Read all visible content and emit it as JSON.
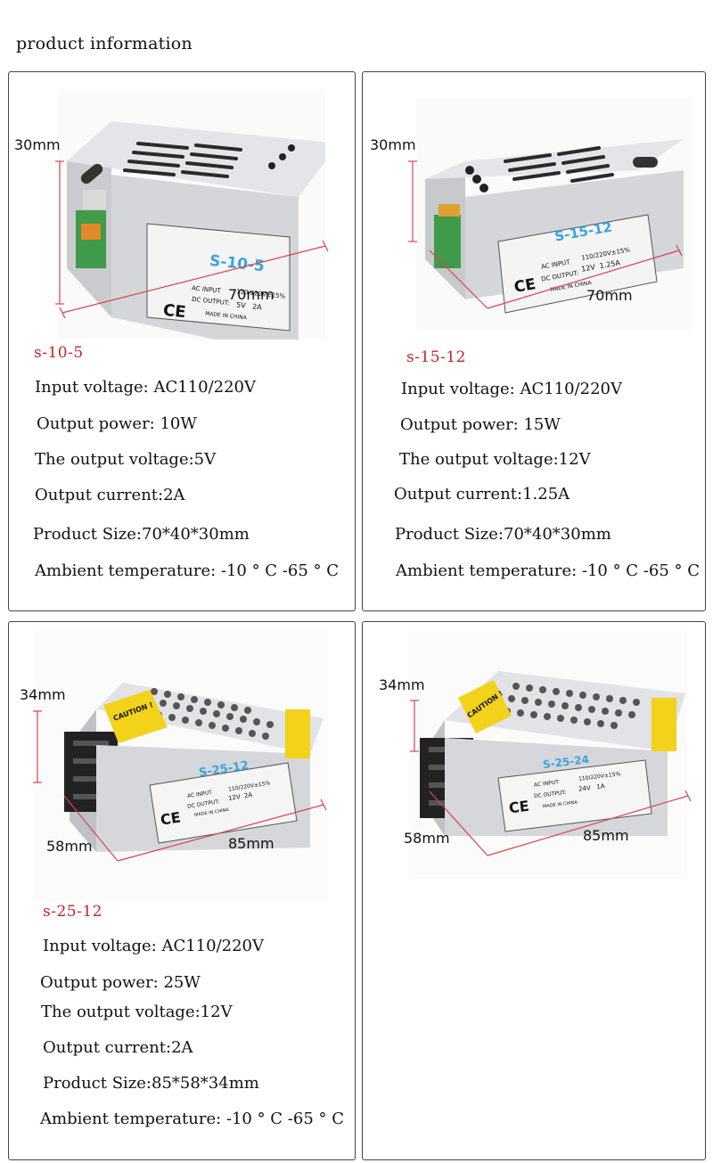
{
  "page_title": "product information",
  "products": [
    {
      "model": "s-10-5",
      "label_model": "S-10-5",
      "label_input": "110/220V±15%",
      "label_output": "5V   2A",
      "label_ac_input": "AC INPUT",
      "label_dc_output": "DC OUTPUT:",
      "label_made_in": "MADE IN CHINA",
      "ce_mark": "CE",
      "dim_height": "30mm",
      "dim_length": "70mm",
      "specs": [
        "Input voltage: AC110/220V",
        "Output power: 10W",
        "The output voltage:5V",
        "Output current:2A",
        "Product Size:70*40*30mm",
        "Ambient temperature: -10 ° C -65 ° C"
      ]
    },
    {
      "model": "s-15-12",
      "label_model": "S-15-12",
      "label_input": "110/220V±15%",
      "label_output": "12V  1.25A",
      "label_ac_input": "AC INPUT",
      "label_dc_output": "DC OUTPUT:",
      "label_made_in": "MADE IN CHINA",
      "ce_mark": "CE",
      "dim_height": "30mm",
      "dim_length": "70mm",
      "specs": [
        "Input voltage: AC110/220V",
        "Output power: 15W",
        "The output voltage:12V",
        "Output current:1.25A",
        "Product Size:70*40*30mm",
        "Ambient temperature: -10 ° C -65 ° C"
      ]
    },
    {
      "model": "s-25-12",
      "label_model": "S-25-12",
      "label_input": "110/220V±15%",
      "label_output": "12V  2A",
      "label_ac_input": "AC INPUT",
      "label_dc_output": "DC OUTPUT:",
      "label_made_in": "MADE IN CHINA",
      "caution": "CAUTION !",
      "ce_mark": "CE",
      "dim_height": "34mm",
      "dim_width": "58mm",
      "dim_length": "85mm",
      "specs": [
        "Input voltage: AC110/220V",
        "Output power: 25W",
        "The output voltage:12V",
        "Output current:2A",
        "Product Size:85*58*34mm",
        "Ambient temperature: -10 ° C -65 ° C"
      ]
    },
    {
      "label_model": "S-25-24",
      "label_input": "110/220V±15%",
      "label_output": "24V   1A",
      "label_ac_input": "AC INPUT",
      "label_dc_output": "DC OUTPUT:",
      "label_made_in": "MADE IN CHINA",
      "caution": "CAUTION !",
      "ce_mark": "CE",
      "dim_height": "34mm",
      "dim_width": "58mm",
      "dim_length": "85mm"
    }
  ],
  "colors": {
    "model_red": "#c0262b",
    "label_blue": "#3aa3dc",
    "caution_yellow": "#f2d21b",
    "dimension_red": "#d8454f",
    "terminal_green": "#3f9a4a"
  }
}
